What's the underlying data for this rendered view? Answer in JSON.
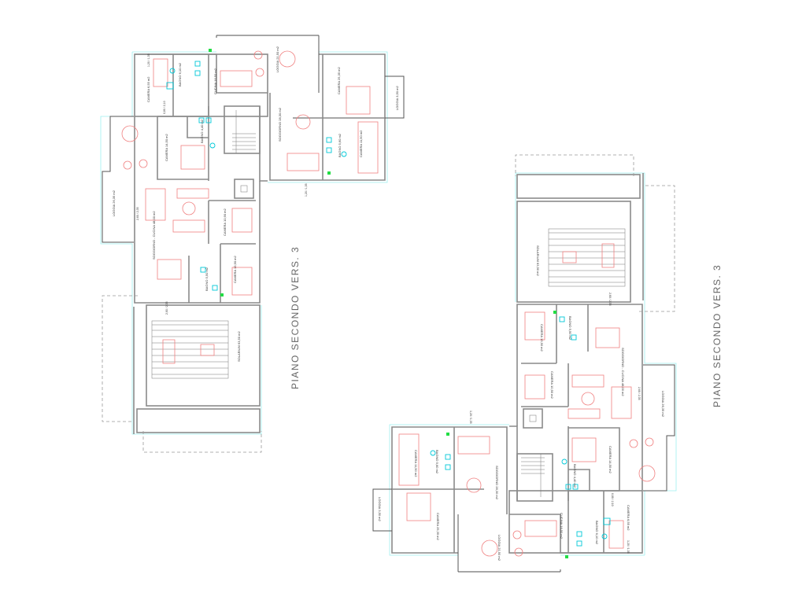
{
  "drawing": {
    "title_left": "PIANO SECONDO VERS. 3",
    "title_right": "PIANO SECONDO VERS. 3"
  },
  "colors": {
    "walls": "#8a8a8a",
    "furniture": "#f08080",
    "fixtures": "#00c8d8",
    "outline": "#9ff0f0",
    "accent": "#22dd44"
  },
  "rooms": [
    {
      "name": "CAMERA",
      "area": "6,55 m2"
    },
    {
      "name": "BAGNO",
      "area": "6,10 m2"
    },
    {
      "name": "CUCINA",
      "area": "16,50 m2"
    },
    {
      "name": "LOGGIA",
      "area": "21,50 m2"
    },
    {
      "name": "CAMERA",
      "area": "25,35 m2"
    },
    {
      "name": "LOGGIA",
      "area": "3,50 m2"
    },
    {
      "name": "SOGGIORNO",
      "area": "28,30 m2"
    },
    {
      "name": "BAGNO",
      "area": "5,60 m2"
    },
    {
      "name": "CAMERA",
      "area": "11,50 m2"
    },
    {
      "name": "CAMERA",
      "area": "14,50 m2"
    },
    {
      "name": "BAGNO",
      "area": "4,40 m2"
    },
    {
      "name": "LOGGIA",
      "area": "26,35 m2"
    },
    {
      "name": "SOGGIORNO - CUCINA",
      "area": "48,00 m2"
    },
    {
      "name": "CAMERA",
      "area": "10,90 m2"
    },
    {
      "name": "CAMERA",
      "area": "13,90 m2"
    },
    {
      "name": "BAGNO",
      "area": "5,50 m2"
    },
    {
      "name": "SOLARIUM",
      "area": "63,50 m2"
    }
  ],
  "dimensions": {
    "door": "0,80 / 2,10",
    "window": "1,20 / 1,35",
    "french_window": "2,60 / 2,35"
  }
}
